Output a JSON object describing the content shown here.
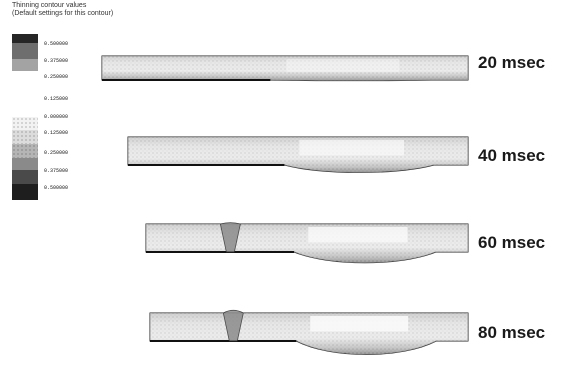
{
  "legend": {
    "title": "Thinning contour values",
    "subtitle": "(Default settings for this contour)",
    "colors": [
      "#262626",
      "#6e6e6e",
      "#a3a3a3",
      "#ffffff",
      "#f2f2f2",
      "#dcdcdc",
      "#b5b5b5",
      "#8a8a8a",
      "#4a4a4a",
      "#1e1e1e"
    ],
    "values": [
      "0.500000",
      "0.375000",
      "0.250000",
      "0.125000",
      "0.000000",
      "0.125000",
      "0.250000",
      "0.375000",
      "0.500000"
    ]
  },
  "frames": [
    {
      "label": "20 msec",
      "bulge": 0.05,
      "wrinkle": 0.0
    },
    {
      "label": "40 msec",
      "bulge": 0.55,
      "wrinkle": 0.0
    },
    {
      "label": "60 msec",
      "bulge": 0.8,
      "wrinkle": 0.45
    },
    {
      "label": "80 msec",
      "bulge": 1.0,
      "wrinkle": 0.9
    }
  ]
}
